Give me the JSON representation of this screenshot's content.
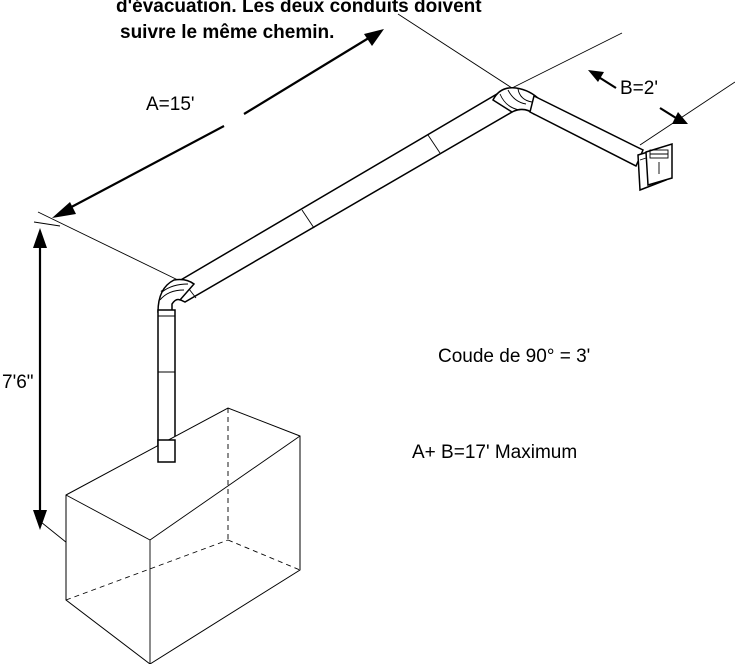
{
  "header": {
    "line1": "d'évacuation. Les deux conduits doivent",
    "line2": "suivre le même chemin."
  },
  "dimensions": {
    "a_label": "A=15'",
    "b_label": "B=2'",
    "height_label": "7'6\""
  },
  "notes": {
    "elbow": "Coude de 90° = 3'",
    "max_total": "A+  B=17' Maximum"
  },
  "colors": {
    "line": "#000000",
    "background": "#ffffff"
  }
}
